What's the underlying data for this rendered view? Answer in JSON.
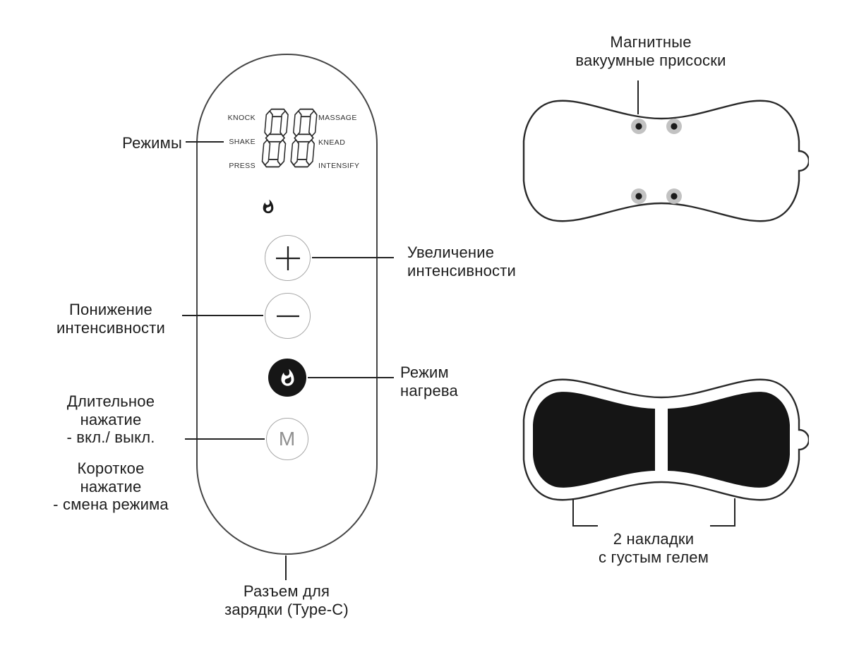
{
  "colors": {
    "ink": "#1d1d1d",
    "line": "#232323",
    "device_outline": "#454545",
    "button_outline": "#a8a8a8",
    "heat_button_fill": "#161616",
    "gel_pad_fill": "#151515",
    "suction_ring": "#c2c2c2"
  },
  "device": {
    "modes_left": [
      "KNOCK",
      "SHAKE",
      "PRESS"
    ],
    "modes_right": [
      "MASSAGE",
      "KNEAD",
      "INTENSIFY"
    ],
    "display_value": "88",
    "mode_button": "M"
  },
  "icons": {
    "plus": "plus-icon",
    "minus": "minus-icon",
    "heat": "flame-icon",
    "display": "seven-segment-display"
  },
  "callouts": {
    "modes": "Режимы",
    "increase": "Увеличение\nинтенсивности",
    "decrease": "Понижение\nинтенсивности",
    "heat": "Режим\nнагрева",
    "long_press": "Длительное\nнажатие\n- вкл./ выкл.",
    "short_press": "Короткое\nнажатие\n- смена режима",
    "charging_port": "Разъем для\nзарядки (Type-C)",
    "suction_cups": "Магнитные\nвакуумные присоски",
    "gel_pads": "2 накладки\nс густым гелем"
  }
}
